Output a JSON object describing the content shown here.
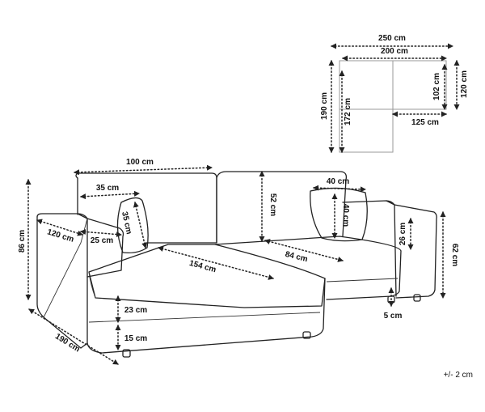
{
  "plan": {
    "w_250": "250 cm",
    "w_200": "200 cm",
    "h_190": "190 cm",
    "h_172": "172 cm",
    "h_102": "102 cm",
    "h_120": "120 cm",
    "w_125": "125 cm"
  },
  "sofa": {
    "back_width": "100 cm",
    "cushion_width": "35 cm",
    "cushion_height": "35 cm",
    "right_cushion_width": "40 cm",
    "right_cushion_height": "40 cm",
    "back_height": "52 cm",
    "total_height": "86 cm",
    "arm_width": "120 cm",
    "arm_thickness": "25 cm",
    "chaise_depth": "154 cm",
    "seat_depth": "84 cm",
    "arm_height": "26 cm",
    "side_height": "62 cm",
    "seat_thickness": "23 cm",
    "base_height": "15 cm",
    "leg_height": "5 cm",
    "total_depth": "190 cm",
    "tolerance": "+/- 2 cm"
  },
  "colors": {
    "line": "#222222",
    "plan_line": "#999999"
  }
}
